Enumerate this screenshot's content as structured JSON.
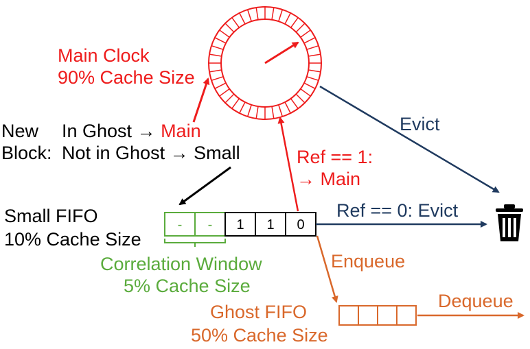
{
  "main_clock": {
    "line1": "Main Clock",
    "line2": "90% Cache Size"
  },
  "new_block": {
    "label_line1": "New",
    "label_line2": "Block:",
    "in_ghost_prefix": "In Ghost → ",
    "in_ghost_target": "Main",
    "not_in_ghost": "Not in Ghost → Small"
  },
  "evict_label": "Evict",
  "ref1": {
    "line1": "Ref == 1:",
    "line2": "→ Main"
  },
  "ref0_label": "Ref == 0: Evict",
  "small_fifo": {
    "line1": "Small FIFO",
    "line2": "10% Cache Size",
    "cells": [
      "-",
      "-",
      "1",
      "1",
      "0"
    ]
  },
  "correlation_window": {
    "line1": "Correlation Window",
    "line2": "5% Cache Size"
  },
  "enqueue_label": "Enqueue",
  "ghost_fifo": {
    "line1": "Ghost FIFO",
    "line2": "50% Cache Size"
  },
  "dequeue_label": "Dequeue",
  "colors": {
    "red": "#ee1c1c",
    "navy": "#1f3a5f",
    "green": "#5aab3c",
    "orange": "#d9682b",
    "black": "#000000"
  },
  "icons": {
    "trash": "trash-icon"
  }
}
